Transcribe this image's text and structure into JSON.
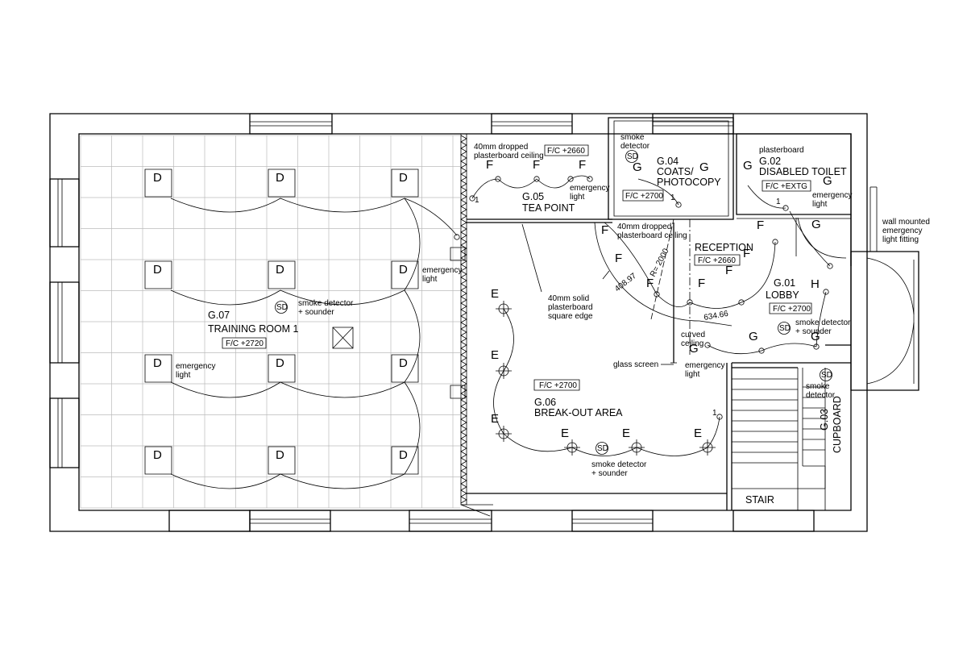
{
  "rooms": {
    "g07_code": "G.07",
    "g07_name": "TRAINING ROOM 1",
    "g07_fc": "F/C +2720",
    "g06_code": "G.06",
    "g06_name": "BREAK-OUT AREA",
    "g06_fc": "F/C +2700",
    "g05_code": "G.05",
    "g05_name": "TEA POINT",
    "g05_fc": "F/C +2660",
    "g04_code": "G.04",
    "g04_name_1": "COATS/",
    "g04_name_2": "PHOTOCOPY",
    "g04_fc": "F/C +2700",
    "g02_code": "G.02",
    "g02_name": "DISABLED TOILET",
    "g02_fc": "F/C +EXTG",
    "reception_name": "RECEPTION",
    "reception_fc": "F/C +2660",
    "g01_code": "G.01",
    "g01_name": "LOBBY",
    "g01_fc": "F/C +2700",
    "g03_code": "G.03",
    "g03_name": "CUPBOARD",
    "stair_name": "STAIR"
  },
  "notes": {
    "smoke_detector": "smoke detector",
    "smoke_detector_split_1": "smoke",
    "smoke_detector_split_2": "detector",
    "sounder": "+ sounder",
    "emergency": "emergency",
    "light": "light",
    "ceiling_40mm_1": "40mm dropped",
    "ceiling_40mm_2": "plasterboard ceiling",
    "solid_1": "40mm solid",
    "solid_2": "plasterboard",
    "solid_3": "square edge",
    "plasterboard": "plasterboard",
    "wall_mounted_1": "wall mounted",
    "wall_mounted_2": "emergency",
    "wall_mounted_3": "light fitting",
    "glass_screen": "glass screen",
    "curved_1": "curved",
    "curved_2": "ceiling",
    "radius": "R= 2000",
    "dim_a": "408.97",
    "dim_b": "634.66",
    "sd": "SD",
    "circuit_1": "1"
  },
  "symbols": {
    "d": "D",
    "e": "E",
    "f": "F",
    "g": "G",
    "h": "H"
  }
}
